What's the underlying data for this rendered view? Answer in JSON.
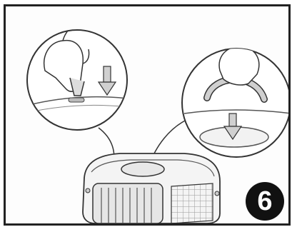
{
  "step": {
    "number": "6"
  },
  "figure": {
    "left_detail_icon": "hand-pressing-latch-with-down-arrow",
    "right_detail_icon": "hand-inserting-handle-with-down-arrow",
    "main_icon": "pet-carrier-icon"
  },
  "colors": {
    "line": "#333333",
    "shade": "#cfcfcf",
    "badge": "#111111"
  }
}
